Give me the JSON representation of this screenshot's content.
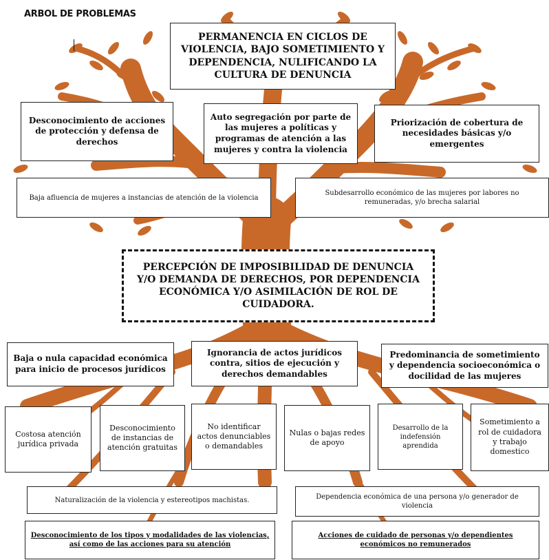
{
  "title": "ARBOL DE PROBLEMAS",
  "colors": {
    "tree": "#c8692a",
    "border": "#222222"
  },
  "effects": {
    "main": "PERMANENCIA EN CICLOS DE VIOLENCIA, BAJO SOMETIMIENTO Y DEPENDENCIA, NULIFICANDO LA CULTURA DE DENUNCIA",
    "level1": [
      "Desconocimiento de acciones de protección y defensa de derechos",
      "Auto segregación por parte de las mujeres a políticas y programas de atención a las mujeres y contra la violencia",
      "Priorización de cobertura de necesidades básicas y/o emergentes"
    ],
    "level2": [
      "Baja afluencia de mujeres a instancias de atención de la violencia",
      "Subdesarrollo económico de las mujeres por labores no remuneradas, y/o brecha salarial"
    ]
  },
  "central_problem": "PERCEPCIÓN DE IMPOSIBILIDAD DE DENUNCIA Y/O DEMANDA DE DERECHOS, POR DEPENDENCIA ECONÓMICA Y/O ASIMILACIÓN DE ROL DE CUIDADORA.",
  "causes": {
    "level1": [
      "Baja o nula capacidad económica para inicio de procesos jurídicos",
      "Ignorancia de actos jurídicos contra, sitios de ejecución y derechos demandables",
      "Predominancia de sometimiento y dependencia socioeconómica o docilidad de las mujeres"
    ],
    "level2": [
      "Costosa atención jurídica privada",
      "Desconocimiento de instancias de atención gratuitas",
      "No identificar actos denunciables o demandables",
      "Nulas o bajas redes de apoyo",
      "Desarrollo de la indefensión aprendida",
      "Sometimiento a rol de cuidadora y trabajo domestico"
    ],
    "level3": [
      "Naturalización de la violencia y estereotipos machistas.",
      "Dependencia económica de una persona y/o generador de violencia"
    ],
    "level4": [
      "Desconocimiento de los tipos y modalidades de las violencias, así como de las acciones para su atención",
      "Acciones de cuidado de personas y/o dependientes económicos no remunerados"
    ]
  }
}
